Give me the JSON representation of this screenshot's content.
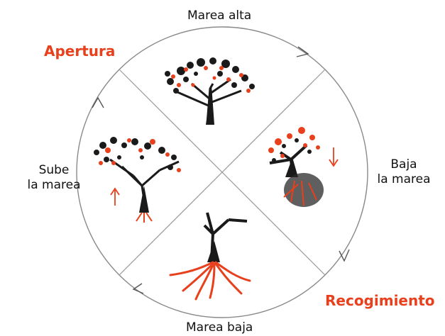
{
  "labels": {
    "top": "Marea alta",
    "bottom": "Marea baja",
    "left_line1": "Sube",
    "left_line2": "la marea",
    "right_line1": "Baja",
    "right_line2": "la marea",
    "phase_open": "Apertura",
    "phase_close": "Recogimiento"
  },
  "colors": {
    "accent": "#e8401c",
    "ink": "#1a1a1a",
    "ring": "#8a8a8a"
  },
  "icons": {
    "flow_arrows": "clockwise-arrowhead",
    "up_arrow": "arrow-up",
    "down_arrow": "arrow-down"
  }
}
